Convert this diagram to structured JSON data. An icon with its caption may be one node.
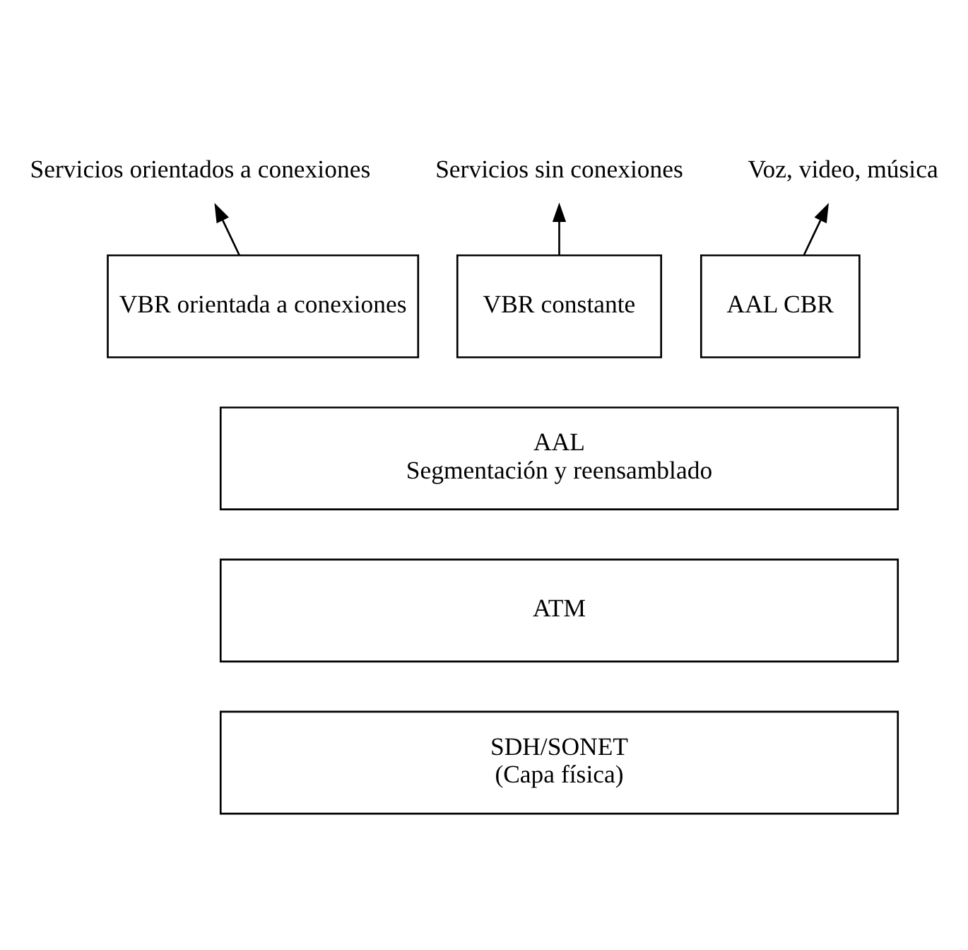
{
  "diagram": {
    "nodes": [
      {
        "text": [
          "Servicios orientados a conexiones"
        ]
      },
      {
        "text": [
          "Servicios sin conexiones"
        ]
      },
      {
        "text": [
          "Voz, video, música"
        ]
      },
      {
        "text": [
          "VBR orientada a conexiones"
        ]
      },
      {
        "text": [
          "VBR constante"
        ]
      },
      {
        "text": [
          "AAL CBR"
        ]
      },
      {
        "text": [
          "AAL",
          "Segmentación y reensamblado"
        ]
      },
      {
        "text": [
          "ATM"
        ]
      },
      {
        "text": [
          "SDH/SONET",
          "(Capa física)"
        ]
      }
    ],
    "edges": [
      {
        "from": 3,
        "to": 0,
        "arrow": "to"
      },
      {
        "from": 4,
        "to": 1,
        "arrow": "to"
      },
      {
        "from": 5,
        "to": 2,
        "arrow": "to"
      }
    ]
  }
}
